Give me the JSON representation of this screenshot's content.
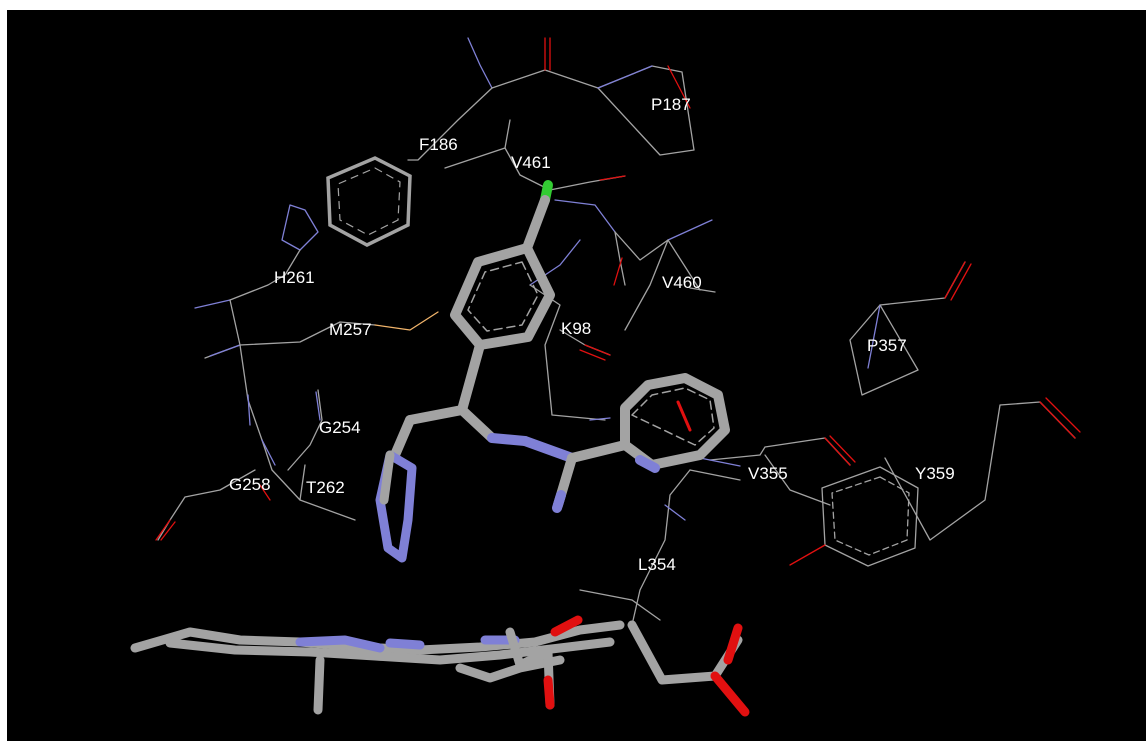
{
  "viewer": {
    "background": "#000000",
    "atom_colors": {
      "carbon": "#a3a3a3",
      "nitrogen": "#7f80d6",
      "oxygen": "#e11010",
      "chlorine": "#33cc33",
      "sulfur": "#f1b46b"
    }
  },
  "residues": [
    {
      "id": "p187",
      "label": "P187"
    },
    {
      "id": "f186",
      "label": "F186"
    },
    {
      "id": "v461",
      "label": "V461"
    },
    {
      "id": "h261",
      "label": "H261"
    },
    {
      "id": "v460",
      "label": "V460"
    },
    {
      "id": "m257",
      "label": "M257"
    },
    {
      "id": "k98",
      "label": "K98"
    },
    {
      "id": "p357",
      "label": "P357"
    },
    {
      "id": "g254",
      "label": "G254"
    },
    {
      "id": "v355",
      "label": "V355"
    },
    {
      "id": "y359",
      "label": "Y359"
    },
    {
      "id": "g258",
      "label": "G258"
    },
    {
      "id": "t262",
      "label": "T262"
    },
    {
      "id": "l354",
      "label": "L354"
    }
  ]
}
